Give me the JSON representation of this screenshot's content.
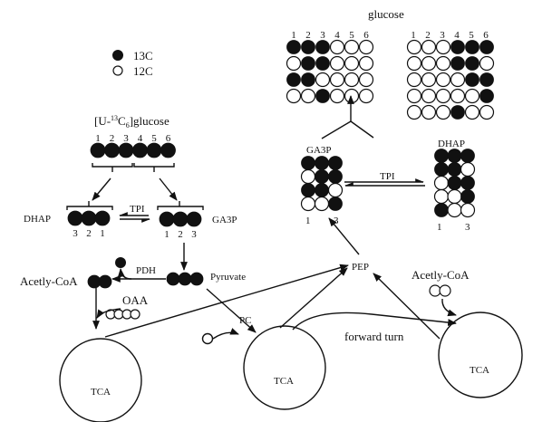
{
  "colors": {
    "ink": "#111111",
    "c13": "#111111",
    "c12": "#ffffff",
    "background": "#ffffff"
  },
  "legend": [
    {
      "symbol": "filled-circle",
      "label": "13C"
    },
    {
      "symbol": "open-circle",
      "label": "12C"
    }
  ],
  "left_pathway": {
    "glucose_label_prefix": "[U-",
    "glucose_label_sup": "13",
    "glucose_label_mid": "C",
    "glucose_label_sub": "6",
    "glucose_label_suffix": "]glucose",
    "glucose_positions": [
      "1",
      "2",
      "3",
      "4",
      "5",
      "6"
    ],
    "glucose_carbons": [
      1,
      1,
      1,
      1,
      1,
      1
    ],
    "dhap_label": "DHAP",
    "dhap_positions": [
      "3",
      "2",
      "1"
    ],
    "dhap_carbons": [
      1,
      1,
      1
    ],
    "ga3p_label": "GA3P",
    "ga3p_positions": [
      "1",
      "2",
      "3"
    ],
    "ga3p_carbons": [
      1,
      1,
      1
    ],
    "tpi_label": "TPI",
    "pyruvate_label": "Pyruvate",
    "pyruvate_carbons": [
      1,
      1,
      1
    ],
    "pdh_label": "PDH",
    "co2_carbons": [
      1
    ],
    "acetyl_coa_label": "Acetly-CoA",
    "acetyl_coa_carbons": [
      1,
      1
    ],
    "oaa_label": "OAA",
    "oaa_carbons": [
      0,
      0,
      0,
      0
    ],
    "pc_label": "PC",
    "pc_co2_carbons": [
      0
    ]
  },
  "tca_cycles": [
    {
      "label": "TCA"
    },
    {
      "label": "TCA"
    },
    {
      "label": "TCA"
    }
  ],
  "pep_label": "PEP",
  "forward_turn_label": "forward turn",
  "right_acetyl_coa": {
    "label": "Acetly-CoA",
    "carbons": [
      0,
      0
    ]
  },
  "right_pathway": {
    "glucose_label": "glucose",
    "glucose_left_positions": [
      "1",
      "2",
      "3",
      "4",
      "5",
      "6"
    ],
    "glucose_left_rows": [
      [
        1,
        1,
        1,
        0,
        0,
        0
      ],
      [
        0,
        1,
        1,
        0,
        0,
        0
      ],
      [
        1,
        1,
        0,
        0,
        0,
        0
      ],
      [
        0,
        0,
        1,
        0,
        0,
        0
      ]
    ],
    "glucose_right_positions": [
      "1",
      "2",
      "3",
      "4",
      "5",
      "6"
    ],
    "glucose_right_rows": [
      [
        0,
        0,
        0,
        1,
        1,
        1
      ],
      [
        0,
        0,
        0,
        1,
        1,
        0
      ],
      [
        0,
        0,
        0,
        0,
        1,
        1
      ],
      [
        0,
        0,
        0,
        0,
        0,
        1
      ],
      [
        0,
        0,
        0,
        1,
        0,
        0
      ]
    ],
    "ga3p_label": "GA3P",
    "ga3p_rows": [
      [
        1,
        1,
        1
      ],
      [
        0,
        1,
        1
      ],
      [
        1,
        1,
        0
      ],
      [
        0,
        0,
        1
      ]
    ],
    "ga3p_positions": [
      "1",
      "3"
    ],
    "dhap_label": "DHAP",
    "dhap_rows": [
      [
        1,
        1,
        1
      ],
      [
        1,
        1,
        0
      ],
      [
        0,
        1,
        1
      ],
      [
        0,
        0,
        1
      ],
      [
        1,
        0,
        0
      ]
    ],
    "dhap_positions": [
      "1",
      "3"
    ],
    "tpi_label": "TPI"
  }
}
